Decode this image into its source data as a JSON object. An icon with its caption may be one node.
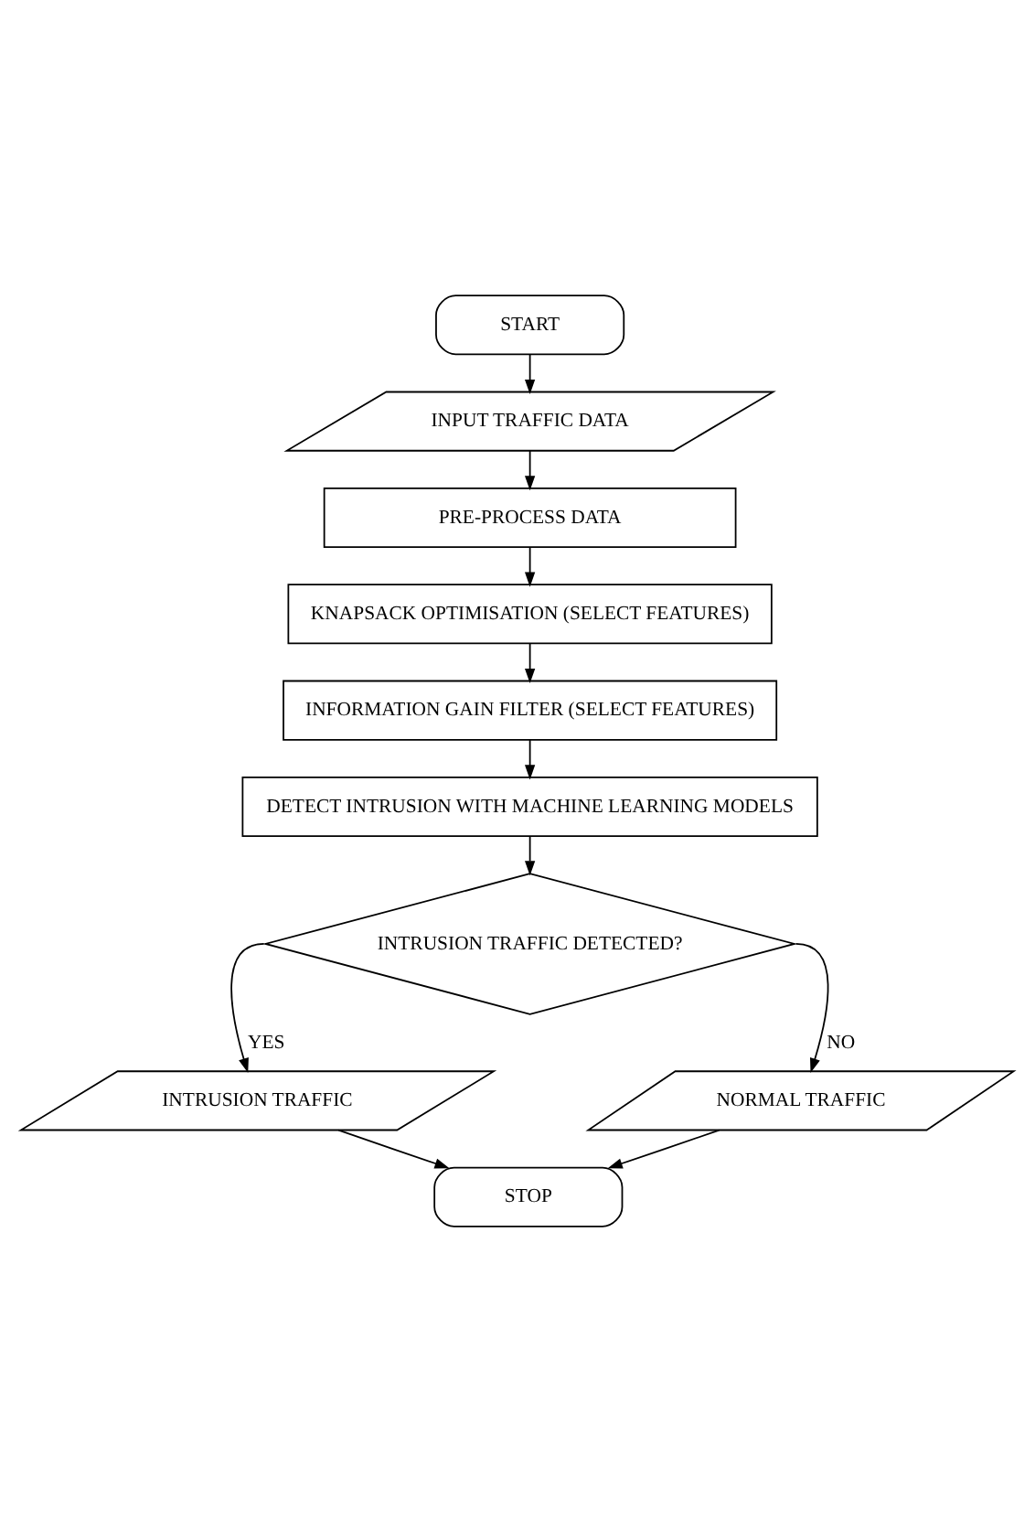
{
  "diagram": {
    "nodes": [
      {
        "text": [
          "START"
        ]
      },
      {
        "text": [
          "INPUT TRAFFIC DATA"
        ]
      },
      {
        "text": [
          "PRE-PROCESS DATA"
        ]
      },
      {
        "text": [
          "KNAPSACK OPTIMISATION (SELECT FEATURES)"
        ]
      },
      {
        "text": [
          "INFORMATION GAIN FILTER (SELECT FEATURES)"
        ]
      },
      {
        "text": [
          "DETECT INTRUSION WITH MACHINE LEARNING MODELS"
        ]
      },
      {
        "text": [
          "INTRUSION TRAFFIC DETECTED?"
        ]
      },
      {
        "text": [
          "INTRUSION TRAFFIC"
        ]
      },
      {
        "text": [
          "NORMAL TRAFFIC"
        ]
      },
      {
        "text": [
          "STOP"
        ]
      }
    ],
    "edges": [
      {
        "from": 0,
        "to": 1,
        "arrow": "to"
      },
      {
        "from": 1,
        "to": 2,
        "arrow": "to"
      },
      {
        "from": 2,
        "to": 3,
        "arrow": "to"
      },
      {
        "from": 3,
        "to": 4,
        "arrow": "to"
      },
      {
        "from": 4,
        "to": 5,
        "arrow": "to"
      },
      {
        "from": 5,
        "to": 6,
        "arrow": "to"
      },
      {
        "from": 6,
        "to": 7,
        "label": "YES",
        "arrow": "to"
      },
      {
        "from": 6,
        "to": 8,
        "label": "NO",
        "arrow": "to"
      },
      {
        "from": 7,
        "to": 9,
        "arrow": "to"
      },
      {
        "from": 8,
        "to": 9,
        "arrow": "to"
      }
    ]
  }
}
